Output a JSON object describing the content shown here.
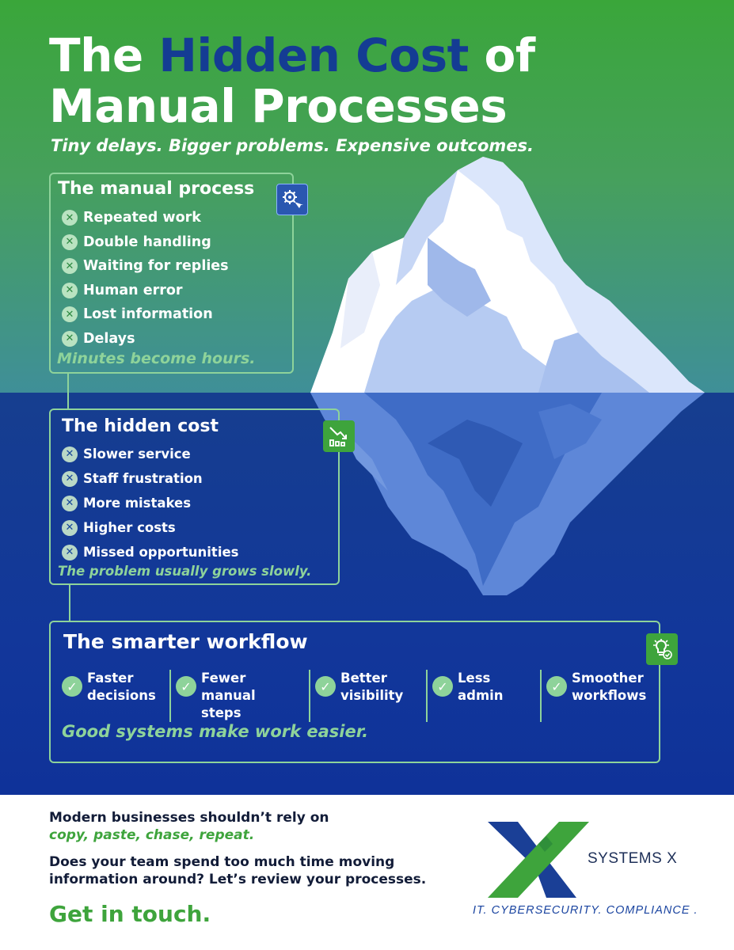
{
  "header": {
    "title_part1": "The ",
    "title_accent": "Hidden Cost",
    "title_part2": " of",
    "title_line2": "Manual Processes",
    "subtitle": "Tiny delays. Bigger problems. Expensive outcomes."
  },
  "manual_process": {
    "title": "The manual process",
    "icon": "gear-pointer-icon",
    "items": [
      "Repeated work",
      "Double handling",
      "Waiting for replies",
      "Human error",
      "Lost information",
      "Delays"
    ],
    "tagline": "Minutes become hours."
  },
  "hidden_cost": {
    "title": "The hidden cost",
    "icon": "declining-chart-icon",
    "items": [
      "Slower service",
      "Staff frustration",
      "More mistakes",
      "Higher costs",
      "Missed opportunities"
    ],
    "tagline": "The problem usually grows slowly."
  },
  "smarter_workflow": {
    "title": "The smarter workflow",
    "icon": "lightbulb-check-icon",
    "benefits": [
      "Faster\ndecisions",
      "Fewer manual\nsteps",
      "Better\nvisibility",
      "Less\nadmin",
      "Smoother\nworkflows"
    ],
    "tagline": "Good systems make work easier."
  },
  "footer": {
    "line1": "Modern businesses shouldn’t rely on",
    "line1_em": "copy, paste, chase, repeat.",
    "line2a": "Does your team spend too much time moving",
    "line2b": "information around? Let’s review your processes.",
    "cta": "Get in touch."
  },
  "brand": {
    "name": "SYSTEMS X",
    "tagline": "IT. CYBERSECURITY. COMPLIANCE ."
  },
  "colors": {
    "green": "#3ea43c",
    "light_green": "#8ed39a",
    "navy": "#143c93",
    "deep_blue": "#0f3299"
  }
}
